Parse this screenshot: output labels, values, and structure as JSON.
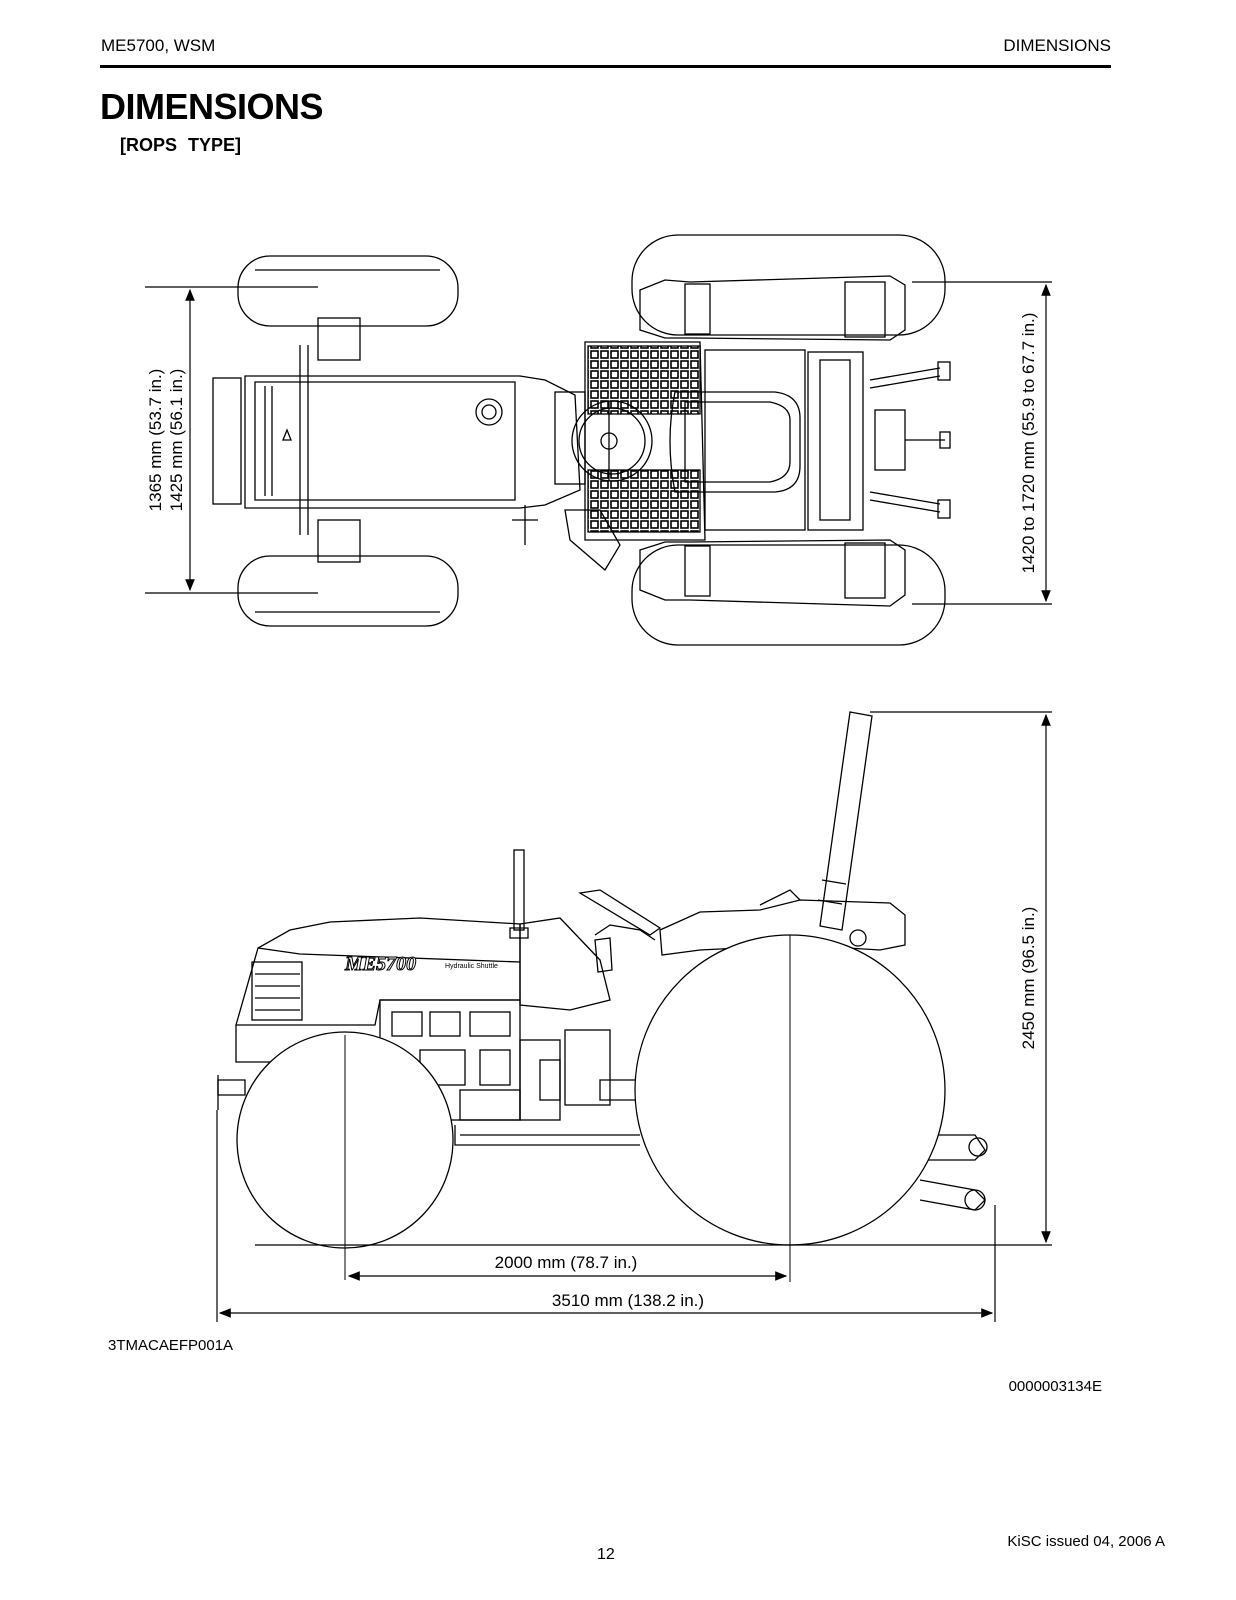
{
  "header": {
    "left": "ME5700, WSM",
    "right": "DIMENSIONS"
  },
  "title": "DIMENSIONS",
  "subtitle": "[ROPS TYPE]",
  "top_view": {
    "front_tread_1": "1365 mm (53.7 in.)",
    "front_tread_2": "1425 mm (56.1 in.)",
    "rear_tread": "1420 to 1720 mm (55.9 to 67.7 in.)"
  },
  "side_view": {
    "overall_height": "2450 mm (96.5 in.)",
    "wheelbase": "2000 mm (78.7 in.)",
    "overall_length": "3510 mm (138.2 in.)",
    "model_badge": "ME5700",
    "badge_sub": "Hydraulic Shuttle"
  },
  "figure_code": "3TMACAEFP001A",
  "document_code": "0000003134E",
  "footer": {
    "issued": "KiSC issued 04, 2006 A",
    "page": "12"
  }
}
